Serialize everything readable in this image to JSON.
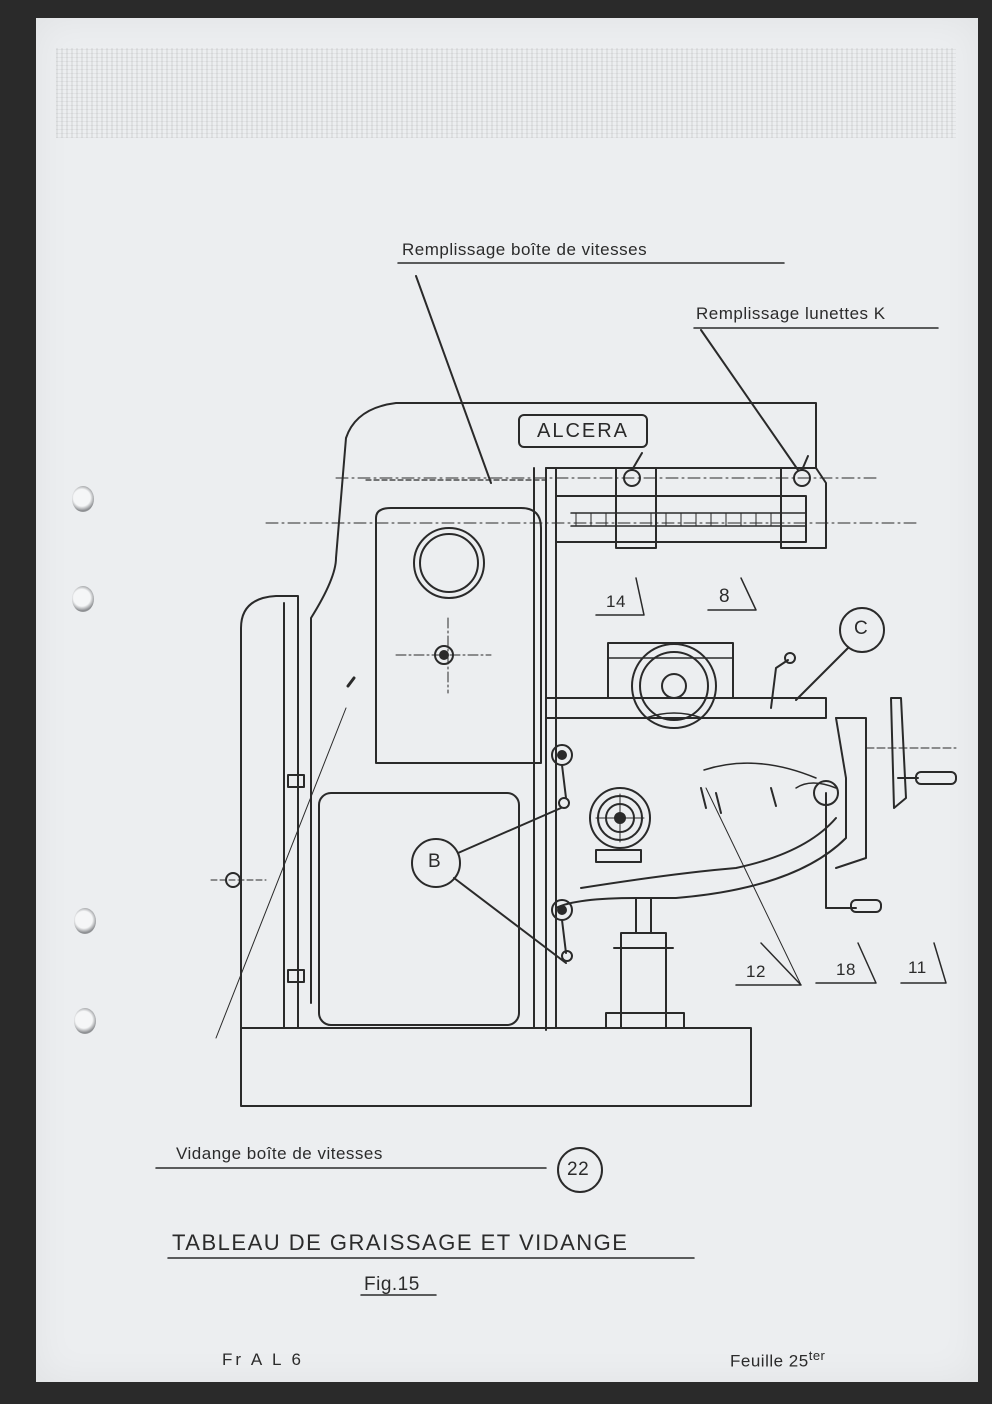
{
  "labels": {
    "fill_gearbox": "Remplissage boîte de vitesses",
    "fill_lunettes": "Remplissage lunettes K",
    "drain_gearbox": "Vidange boîte de vitesses",
    "brand": "ALCERA",
    "marker_b": "B",
    "marker_c": "C"
  },
  "markers": {
    "m14": "14",
    "m8": "8",
    "m12": "12",
    "m18": "18",
    "m11": "11",
    "m22": "22"
  },
  "caption": {
    "title": "TABLEAU DE GRAISSAGE ET VIDANGE",
    "figure": "Fig.15"
  },
  "footer": {
    "ref": "Fr A L 6",
    "sheet": "Feuille 25",
    "sheet_sup": "ter"
  }
}
